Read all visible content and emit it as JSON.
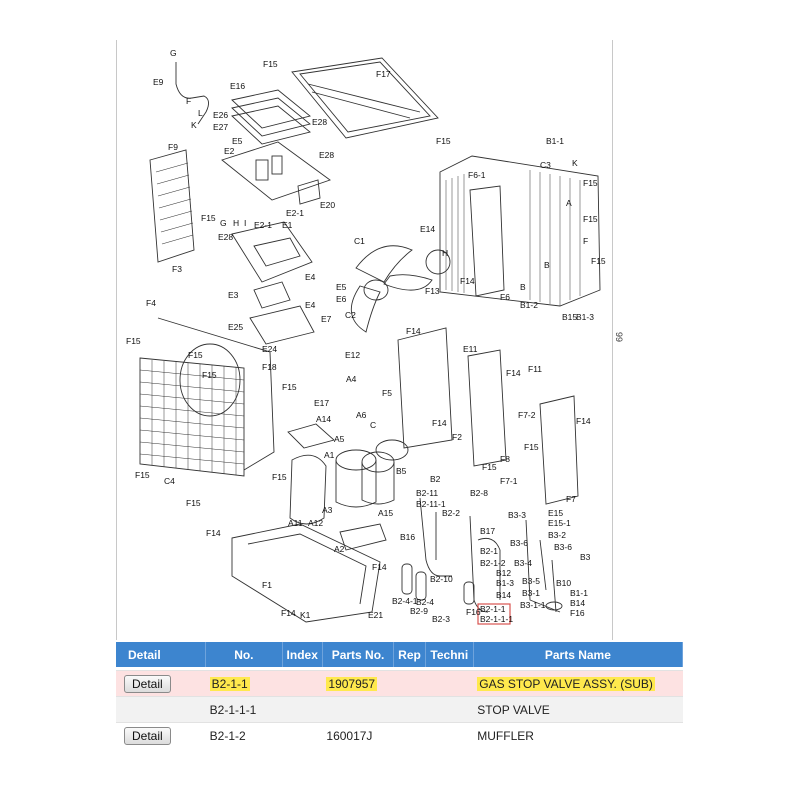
{
  "diagram": {
    "page_number": "99",
    "labels": {
      "G": "G",
      "E9": "E9",
      "F": "F",
      "L": "L",
      "K": "K",
      "F15": "F15",
      "F17": "F17",
      "E16": "E16",
      "E26": "E26",
      "E27": "E27",
      "E28": "E28",
      "E5": "E5",
      "E2": "E2",
      "F9": "F9",
      "E20": "E20",
      "E21": "E2-1",
      "E1": "E1",
      "H": "H",
      "I": "I",
      "F3": "F3",
      "C1": "C1",
      "E14": "E14",
      "F61": "F6-1",
      "B11": "B1-1",
      "C3": "C3",
      "E4": "E4",
      "E3": "E3",
      "E6": "E6",
      "E7": "E7",
      "C2": "C2",
      "F13": "F13",
      "F14": "F14",
      "F6": "F6",
      "B12": "B1-2",
      "B15": "B15",
      "B13": "B1-3",
      "B": "B",
      "A": "A",
      "F4": "F4",
      "E25": "E25",
      "E24": "E24",
      "F18": "F18",
      "E12": "E12",
      "E11": "E11",
      "F11": "F11",
      "A4": "A4",
      "F5": "F5",
      "E17": "E17",
      "A6": "A6",
      "A14": "A14",
      "F72": "F7-2",
      "A5": "A5",
      "C": "C",
      "A1": "A1",
      "F2": "F2",
      "B5": "B5",
      "C4": "C4",
      "F8": "F8",
      "F71": "F7-1",
      "F7": "F7",
      "B211": "B2-11",
      "B2111": "B2-11-1",
      "B22": "B2-2",
      "B28": "B2-8",
      "A3": "A3",
      "A15": "A15",
      "A11": "A11",
      "A12": "A12",
      "B17": "B17",
      "B33": "B3-3",
      "E15": "E15",
      "E151": "E15-1",
      "B32": "B3-2",
      "B36": "B3-6",
      "B3": "B3",
      "B34": "B3-4",
      "B35": "B3-5",
      "B31": "B3-1",
      "B311": "B3-1-1",
      "B10": "B10",
      "B14": "B14",
      "A2": "A2",
      "B16": "B16",
      "B21": "B2-1",
      "B212": "B2-1-2",
      "B210": "B2-10",
      "B12b": "B12",
      "F16": "F16",
      "B29": "B2-9",
      "B23": "B2-3",
      "B24": "B2-4",
      "B241": "B2-4-1",
      "E21b": "E21",
      "K1": "K1",
      "F1": "F1",
      "B211sel": "B2-1-1",
      "B2111sel": "B2-1-1-1",
      "B2": "B2"
    }
  },
  "table": {
    "headers": {
      "detail": "Detail",
      "no": "No.",
      "index": "Index",
      "parts_no": "Parts No.",
      "rep": "Rep",
      "technical": "Techni",
      "parts_name": "Parts Name"
    },
    "rows": [
      {
        "button": "Detail",
        "no": "B2-1-1",
        "parts_no": "1907957",
        "parts_name": "GAS STOP VALVE ASSY. (SUB)"
      },
      {
        "button": "",
        "no": "B2-1-1-1",
        "parts_no": "",
        "parts_name": "STOP VALVE"
      },
      {
        "button": "Detail",
        "no": "B2-1-2",
        "parts_no": "160017J",
        "parts_name": "MUFFLER"
      }
    ]
  },
  "colors": {
    "header_bg": "#3d85cf",
    "selected_row": "#fde2e2",
    "highlight": "#ffe94d",
    "selection_box": "#d9534f"
  }
}
